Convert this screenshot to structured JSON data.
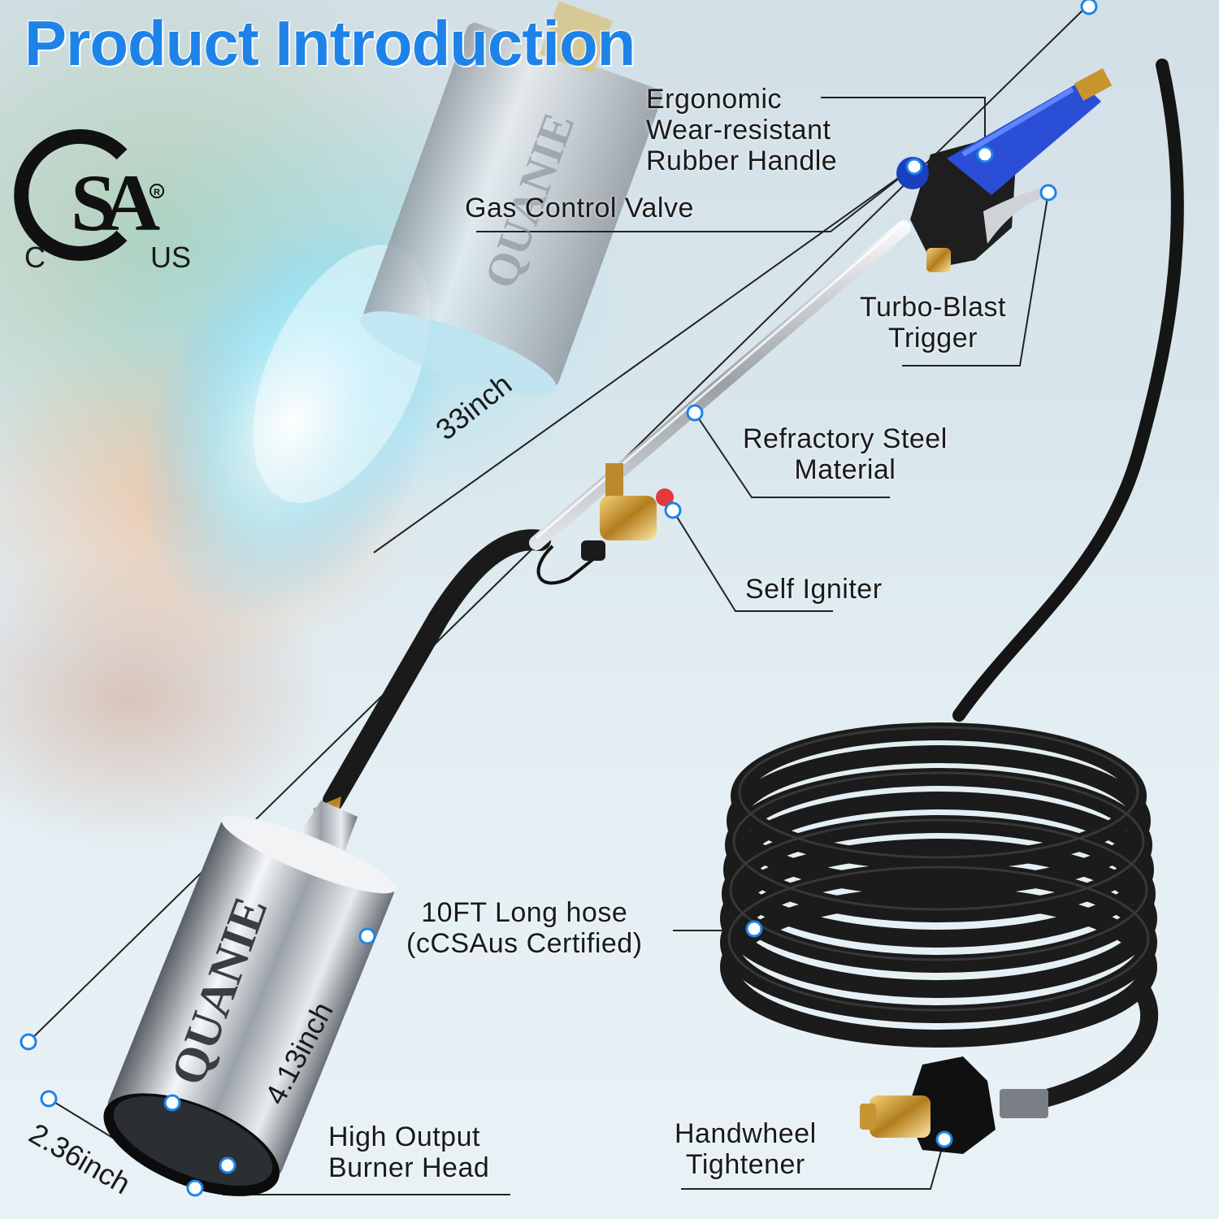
{
  "header": {
    "title": "Product Introduction"
  },
  "certification": {
    "left": "C",
    "right": "US"
  },
  "brand": "QUANIE",
  "labels": {
    "handle": [
      "Ergonomic",
      "Wear-resistant",
      "Rubber Handle"
    ],
    "valve": "Gas Control Valve",
    "trigger": [
      "Turbo-Blast",
      "Trigger"
    ],
    "steel": [
      "Refractory Steel",
      "Material"
    ],
    "igniter": "Self Igniter",
    "hose": [
      "10FT Long hose",
      "(cCSAus Certified)"
    ],
    "burner": [
      "High Output",
      "Burner Head"
    ],
    "tightener": [
      "Handwheel",
      "Tightener"
    ]
  },
  "dimensions": {
    "length": "33inch",
    "height": "4.13inch",
    "diameter": "2.36inch"
  },
  "colors": {
    "title": "#1e83e8",
    "dot": "#1e83e8",
    "handle": "#2a4fd6"
  }
}
